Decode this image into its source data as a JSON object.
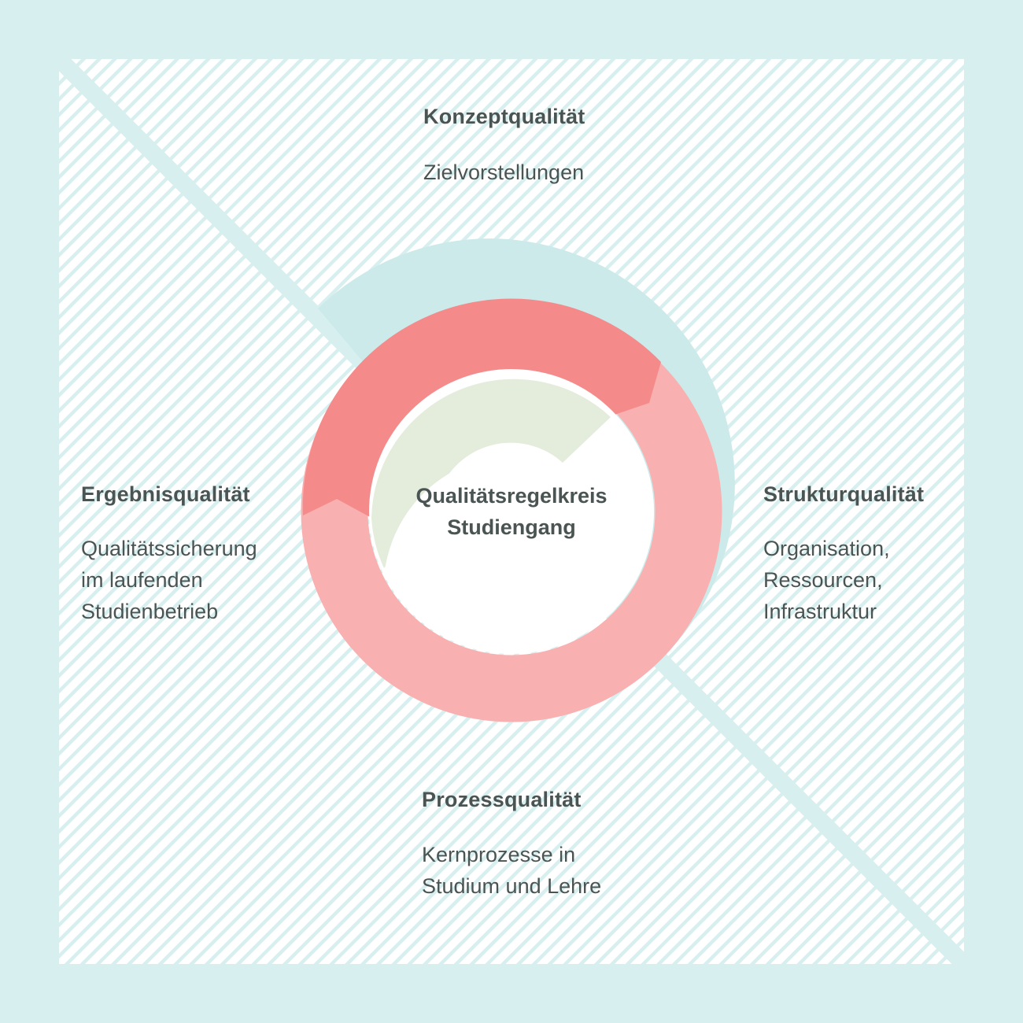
{
  "center": {
    "line1": "Qualitätsregelkreis",
    "line2": "Studiengang"
  },
  "quadrants": {
    "top": {
      "title": "Konzeptqualität",
      "lines": [
        "Zielvorstellungen"
      ]
    },
    "right": {
      "title": "Strukturqualität",
      "lines": [
        "Organisation,",
        "Ressourcen,",
        "Infrastruktur"
      ]
    },
    "bottom": {
      "title": "Prozessqualität",
      "lines": [
        "Kernprozesse in",
        "Studium und Lehre"
      ]
    },
    "left": {
      "title": "Ergebnisqualität",
      "lines": [
        "Qualitätssicherung",
        "im laufenden",
        "Studienbetrieb"
      ]
    }
  },
  "colors": {
    "background": "#d8eff0",
    "hatch": "#d8eff0",
    "teal_arc": "#cceaea",
    "red_dark": "#f58a8a",
    "red_light": "#f8b0b0",
    "green_inner": "#e4ecdc",
    "text": "#4a5452"
  }
}
